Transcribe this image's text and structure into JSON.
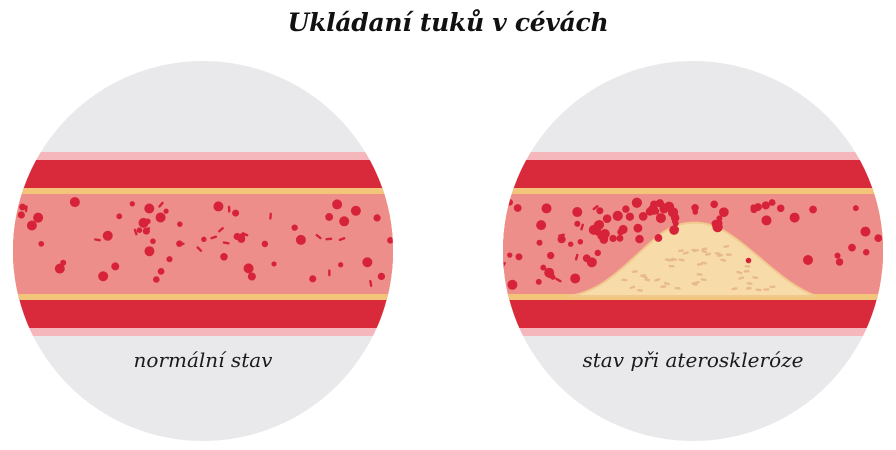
{
  "title": "Ukládaní tuků v cévách",
  "panels": [
    {
      "caption": "normální stav",
      "state": "normal"
    },
    {
      "caption": "stav při ateroskleróze",
      "state": "atherosclerosis"
    }
  ],
  "colors": {
    "background_circle": "#e9e9ec",
    "outer_pink": "#f5b7bc",
    "vessel_wall": "#d82a3b",
    "wall_lining": "#f3c57a",
    "lumen": "#ee8e8a",
    "blood_cell": "#d7233a",
    "plaque": "#f7dcaa",
    "plaque_fleck": "#e8b98a"
  }
}
